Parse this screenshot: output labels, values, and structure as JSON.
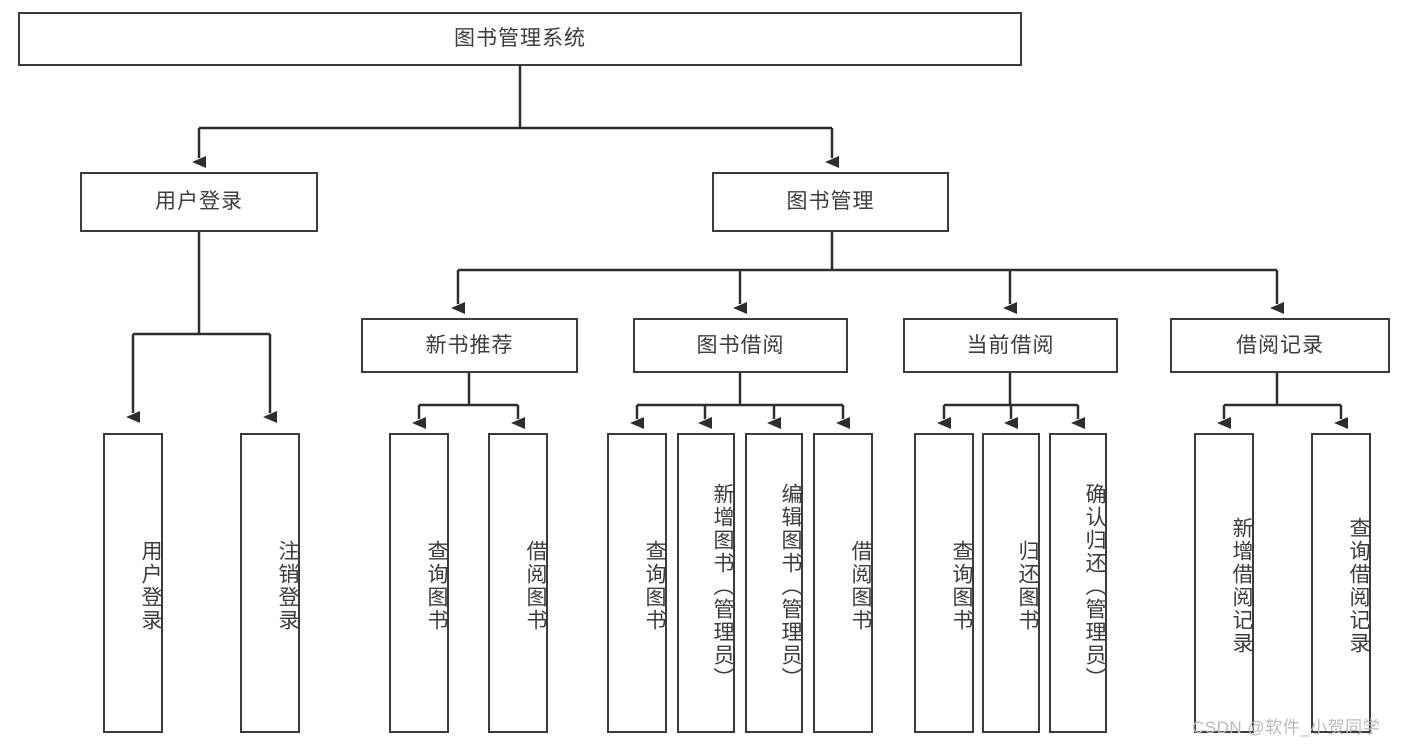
{
  "diagram": {
    "type": "tree-hierarchy-chart",
    "title": "图书管理系统",
    "background_color": "#ffffff",
    "border_color": "#3b3b3b",
    "text_color": "#3d3d3d",
    "root": {
      "label": "图书管理系统"
    },
    "level2": [
      {
        "label": "用户登录"
      },
      {
        "label": "图书管理"
      }
    ],
    "level3": [
      {
        "label": "新书推荐"
      },
      {
        "label": "图书借阅"
      },
      {
        "label": "当前借阅"
      },
      {
        "label": "借阅记录"
      }
    ],
    "leaves": {
      "user_login": [
        {
          "label": "用户登录"
        },
        {
          "label": "注销登录"
        }
      ],
      "new_book_recommend": [
        {
          "label": "查询图书"
        },
        {
          "label": "借阅图书"
        }
      ],
      "book_borrow": [
        {
          "label": "查询图书"
        },
        {
          "label": "新增图书（管理员）"
        },
        {
          "label": "编辑图书（管理员）"
        },
        {
          "label": "借阅图书"
        }
      ],
      "current_borrow": [
        {
          "label": "查询图书"
        },
        {
          "label": "归还图书"
        },
        {
          "label": "确认归还（管理员）"
        }
      ],
      "borrow_record": [
        {
          "label": "新增借阅记录"
        },
        {
          "label": "查询借阅记录"
        }
      ]
    }
  },
  "watermark": {
    "text": "CSDN @软件_小贺同学"
  }
}
